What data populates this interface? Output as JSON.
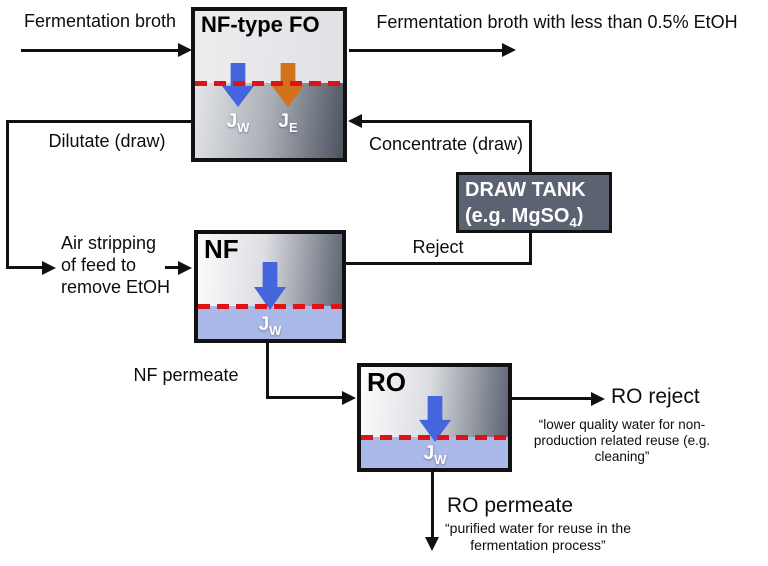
{
  "colors": {
    "line": "#111111",
    "membrane": "#de1414",
    "flux_water": "#4565dd",
    "flux_ethanol": "#d2721d",
    "permeate_band": "#abb9e9",
    "tank_fill": "#5b6272"
  },
  "streams": {
    "feed": "Fermentation broth",
    "product": "Fermentation broth with less than 0.5% EtOH",
    "dilutate": "Dilutate (draw)",
    "concentrate": "Concentrate (draw)",
    "air_stripping": "Air stripping\nof feed to\nremove EtOH",
    "reject": "Reject",
    "nf_permeate": "NF permeate",
    "ro_reject": "RO reject",
    "ro_reject_note": "“lower quality water for non-\nproduction related reuse (e.g.\ncleaning”",
    "ro_permeate": "RO permeate",
    "ro_permeate_note": "“purified water for reuse in the\nfermentation process”"
  },
  "units": {
    "fo": {
      "title": "NF-type FO",
      "flux_water": {
        "sym": "J",
        "sub": "W"
      },
      "flux_ethanol": {
        "sym": "J",
        "sub": "E"
      }
    },
    "nf": {
      "title": "NF",
      "flux_water": {
        "sym": "J",
        "sub": "W"
      }
    },
    "ro": {
      "title": "RO",
      "flux_water": {
        "sym": "J",
        "sub": "W"
      }
    },
    "draw_tank": {
      "title": "DRAW TANK",
      "solute_pre": "(e.g. MgSO",
      "solute_sub": "4",
      "solute_post": ")"
    }
  }
}
